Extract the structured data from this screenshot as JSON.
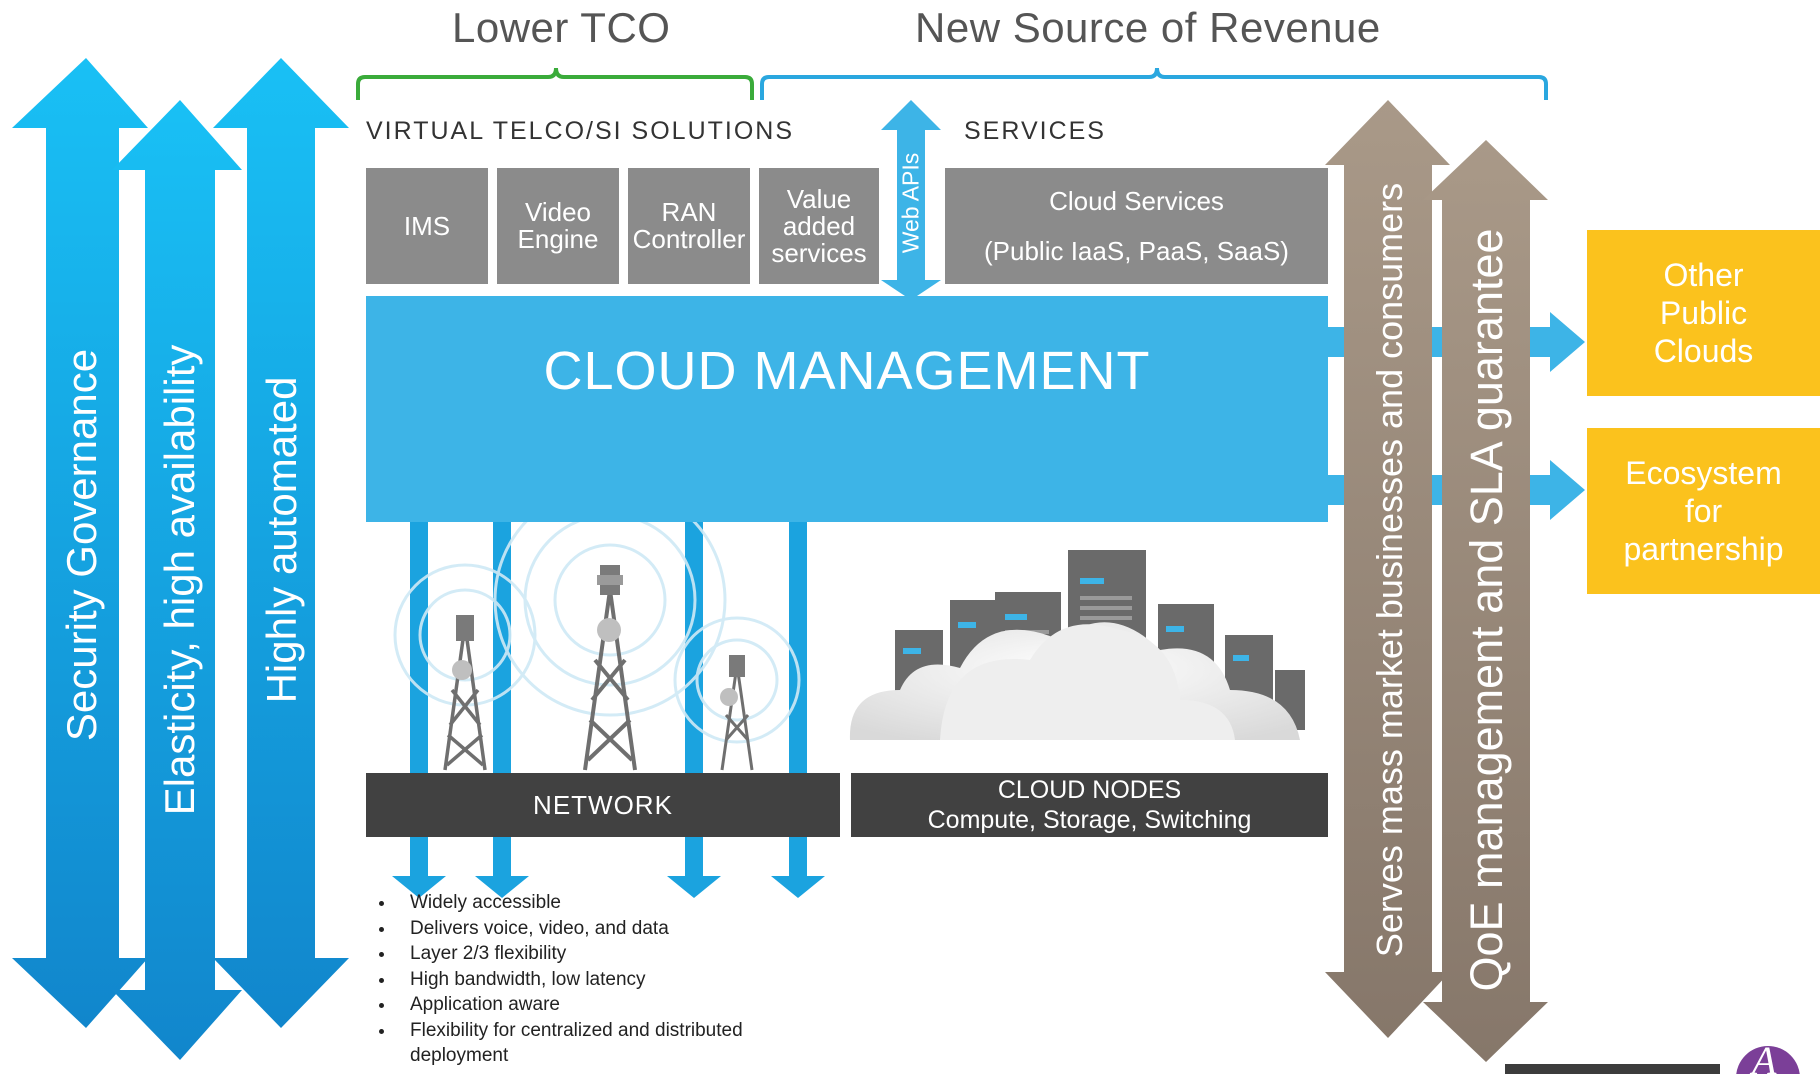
{
  "headers": {
    "lower_tco": "Lower TCO",
    "new_revenue": "New Source of Revenue"
  },
  "sections": {
    "virtual": "VIRTUAL TELCO/SI SOLUTIONS",
    "services": "SERVICES"
  },
  "boxes": {
    "ims": "IMS",
    "video": [
      "Video",
      "Engine"
    ],
    "ran": [
      "RAN",
      "Controller"
    ],
    "vas": [
      "Value",
      "added",
      "services"
    ],
    "cloud_services": [
      "Cloud Services",
      "(Public IaaS, PaaS, SaaS)"
    ]
  },
  "web_apis": "Web APIs",
  "cloud_management": "CLOUD MANAGEMENT",
  "network": "NETWORK",
  "cloud_nodes": {
    "title": "CLOUD NODES",
    "subtitle": "Compute, Storage, Switching"
  },
  "left_arrows": [
    "Security Governance",
    "Elasticity, high availability",
    "Highly automated"
  ],
  "right_arrows": [
    "Serves mass market businesses and consumers",
    "QoE management and SLA guarantee"
  ],
  "outputs": {
    "other_public_clouds": [
      "Other",
      "Public",
      "Clouds"
    ],
    "ecosystem": [
      "Ecosystem",
      "for",
      "partnership"
    ]
  },
  "bullets": [
    "Widely accessible",
    "Delivers voice, video, and data",
    "Layer 2/3 flexibility",
    "High bandwidth, low latency",
    "Application aware",
    "Flexibility for centralized and distributed deployment"
  ],
  "colors": {
    "blue": "#3db4e7",
    "brown": "#9a8a7a",
    "yellow": "#fbc21d",
    "grey_box": "#8b8b8b",
    "dark_bar": "#414141",
    "green_brace": "#3aab3a",
    "blue_brace": "#2aa7df"
  },
  "icons": [
    "cell-tower-icon",
    "server-cloud-icon",
    "brand-logo-icon"
  ]
}
